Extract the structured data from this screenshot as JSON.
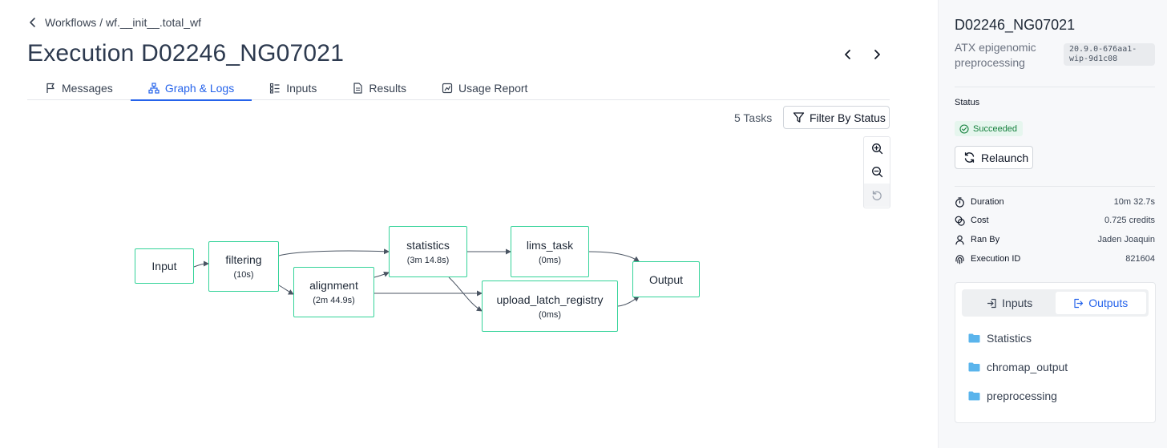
{
  "breadcrumb": {
    "label": "Workflows / wf.__init__.total_wf"
  },
  "page": {
    "title": "Execution D02246_NG07021"
  },
  "tabs": [
    {
      "label": "Messages",
      "icon": "flag-icon"
    },
    {
      "label": "Graph & Logs",
      "icon": "graph-icon",
      "active": true
    },
    {
      "label": "Inputs",
      "icon": "list-icon"
    },
    {
      "label": "Results",
      "icon": "document-icon"
    },
    {
      "label": "Usage Report",
      "icon": "chart-icon"
    }
  ],
  "toolbar": {
    "task_count": "5 Tasks",
    "filter_label": "Filter By Status"
  },
  "graph": {
    "nodes": {
      "input": {
        "label": "Input"
      },
      "filtering": {
        "label": "filtering",
        "duration": "(10s)"
      },
      "alignment": {
        "label": "alignment",
        "duration": "(2m 44.9s)"
      },
      "statistics": {
        "label": "statistics",
        "duration": "(3m 14.8s)"
      },
      "lims_task": {
        "label": "lims_task",
        "duration": "(0ms)"
      },
      "upload": {
        "label": "upload_latch_registry",
        "duration": "(0ms)"
      },
      "output": {
        "label": "Output"
      }
    },
    "node_border_color": "#34d399",
    "edge_color": "#4b5563"
  },
  "sidebar": {
    "title": "D02246_NG07021",
    "subtitle": "ATX epigenomic preprocessing",
    "version": "20.9.0-676aa1-wip-9d1c08",
    "status_label": "Status",
    "status_value": "Succeeded",
    "status_color": "#15803d",
    "relaunch_label": "Relaunch",
    "meta": {
      "duration_label": "Duration",
      "duration_value": "10m 32.7s",
      "cost_label": "Cost",
      "cost_value": "0.725 credits",
      "ranby_label": "Ran By",
      "ranby_value": "Jaden Joaquin",
      "execid_label": "Execution ID",
      "execid_value": "821604"
    },
    "io": {
      "inputs_label": "Inputs",
      "outputs_label": "Outputs",
      "active": "Outputs",
      "folders": [
        "Statistics",
        "chromap_output",
        "preprocessing"
      ],
      "folder_color": "#5ab4ec"
    }
  },
  "colors": {
    "accent": "#2563eb",
    "title": "#2d3a4f",
    "success_bg": "#e6f6ee"
  }
}
